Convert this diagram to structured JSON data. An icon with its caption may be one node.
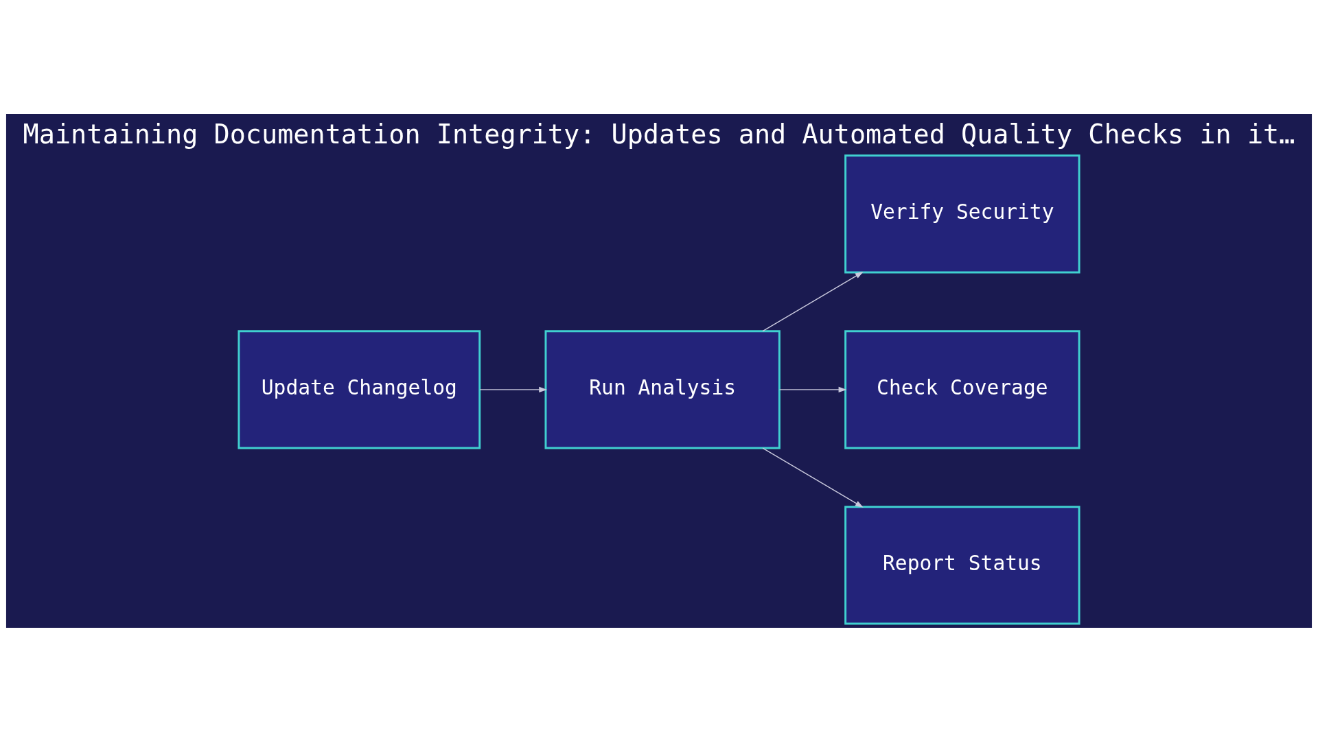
{
  "diagram": {
    "title": "Maintaining Documentation Integrity: Updates and Automated Quality Checks in it…",
    "nodes": [
      {
        "text": [
          "Update Changelog"
        ]
      },
      {
        "text": [
          "Run Analysis"
        ]
      },
      {
        "text": [
          "Verify Security"
        ]
      },
      {
        "text": [
          "Check Coverage"
        ]
      },
      {
        "text": [
          "Report Status"
        ]
      }
    ],
    "edges": [
      {
        "from": 0,
        "to": 1,
        "arrow": "to"
      },
      {
        "from": 1,
        "to": 2,
        "arrow": "to"
      },
      {
        "from": 1,
        "to": 3,
        "arrow": "to"
      },
      {
        "from": 1,
        "to": 4,
        "arrow": "to"
      }
    ]
  }
}
